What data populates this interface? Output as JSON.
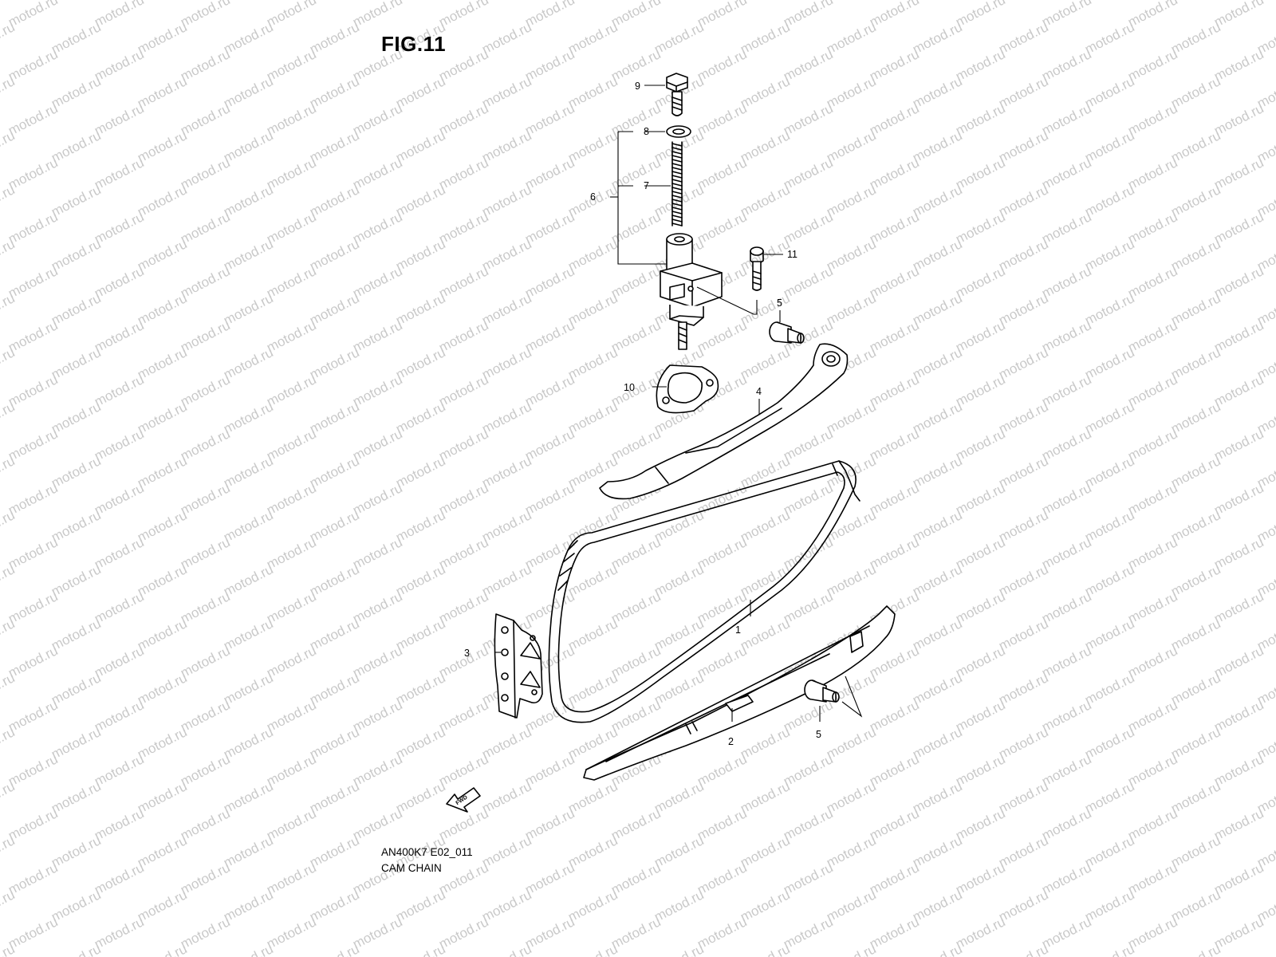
{
  "figure": {
    "title": "FIG.11",
    "code": "AN400K7 E02_011",
    "name": "CAM CHAIN"
  },
  "watermark": "motod.ru",
  "fwd_label": "FWD",
  "callouts": [
    "1",
    "2",
    "3",
    "4",
    "5",
    "5",
    "6",
    "7",
    "8",
    "9",
    "10",
    "11"
  ]
}
